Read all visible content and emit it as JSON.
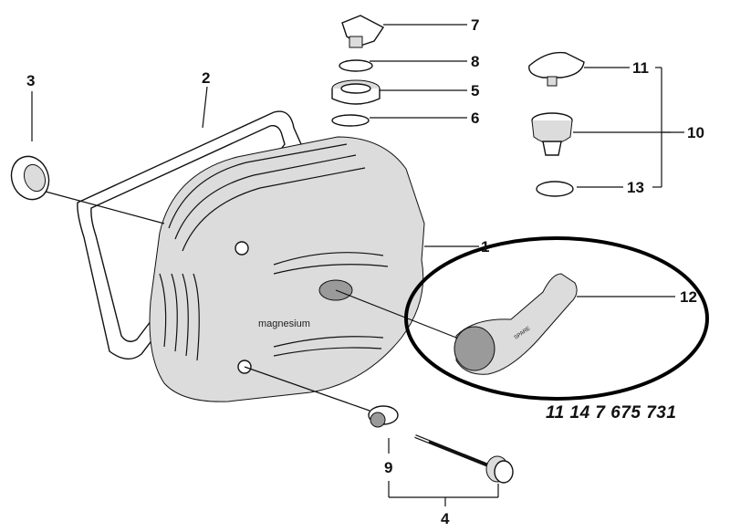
{
  "part_numbers": {
    "n1": "1",
    "n2": "2",
    "n3": "3",
    "n4": "4",
    "n5": "5",
    "n6": "6",
    "n7": "7",
    "n8": "8",
    "n9": "9",
    "n10": "10",
    "n11": "11",
    "n12": "12",
    "n13": "13"
  },
  "highlight_part_number": "11 14 7 675 731",
  "cover_embossing": "magnesium",
  "cover_plug_text": "SPARE",
  "colors": {
    "line": "#111111",
    "shade": "#dcdcdc",
    "background": "#ffffff"
  }
}
